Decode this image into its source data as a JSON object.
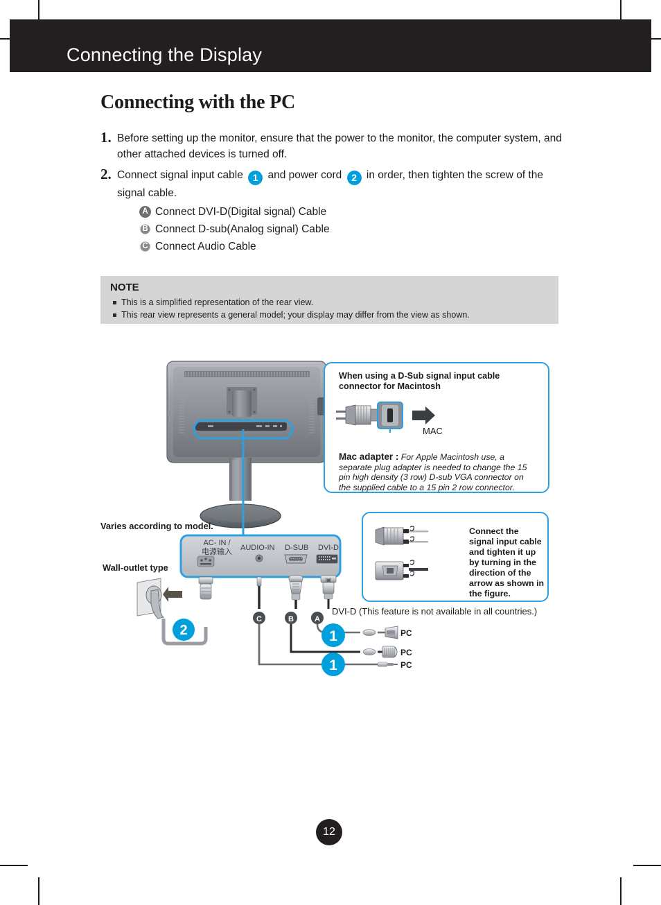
{
  "header": {
    "title": "Connecting the Display"
  },
  "section": {
    "title": "Connecting with the PC"
  },
  "steps": [
    {
      "number": "1.",
      "text": "Before setting up the monitor, ensure that the power to the monitor, the computer system, and other attached devices is turned off."
    },
    {
      "number": "2.",
      "text_a": "Connect signal input cable",
      "badge_1": "1",
      "text_b": "and power cord",
      "badge_2": "2",
      "text_c": "in order, then tighten the screw of the signal cable.",
      "sub_items": [
        {
          "badge": "A",
          "label": "Connect DVI-D(Digital signal) Cable",
          "style": "solid"
        },
        {
          "badge": "B",
          "label": "Connect D-sub(Analog signal) Cable",
          "style": "ring"
        },
        {
          "badge": "C",
          "label": "Connect Audio Cable",
          "style": "ring"
        }
      ]
    }
  ],
  "note": {
    "title": "NOTE",
    "lines": [
      "This is a simplified representation of the rear view.",
      "This rear view represents a general model; your display may differ from the view as shown."
    ]
  },
  "mac_callout": {
    "title": "When using a D-Sub signal input cable connector for Macintosh",
    "arrow_label": "MAC",
    "bold_lead": "Mac adapter :",
    "description": " For Apple Macintosh use, a separate plug adapter is needed to change the 15 pin high density (3 row) D-sub VGA connector on the supplied cable to a 15 pin  2 row connector."
  },
  "screw_callout": {
    "text": "Connect the signal input cable and tighten it up by turning in the direction of the arrow as shown in the figure."
  },
  "diagram": {
    "ports": [
      {
        "id": "ac-in",
        "label_line1": "AC- IN /",
        "label_line2": "电源输入"
      },
      {
        "id": "audio-in",
        "label_line1": "AUDIO-IN",
        "label_line2": ""
      },
      {
        "id": "d-sub",
        "label_line1": "D-SUB",
        "label_line2": ""
      },
      {
        "id": "dvi-d",
        "label_line1": "DVI-D",
        "label_line2": ""
      }
    ],
    "label_varies": "Varies according to model.",
    "label_wall_outlet": "Wall-outlet type",
    "label_dvid_note": "DVI-D (This feature is not available in all countries.)",
    "connector_markers": [
      "C",
      "B",
      "A"
    ],
    "cable_badges": [
      "2",
      "1",
      "1"
    ],
    "pc_labels": [
      "PC",
      "PC",
      "PC"
    ]
  },
  "footer": {
    "page_number": "12"
  },
  "colors": {
    "header_bg": "#231f20",
    "accent_blue": "#00a0dc",
    "callout_border": "#2f9fe0",
    "note_bg": "#d5d5d5",
    "badge_gray": "#6e6e6e"
  }
}
